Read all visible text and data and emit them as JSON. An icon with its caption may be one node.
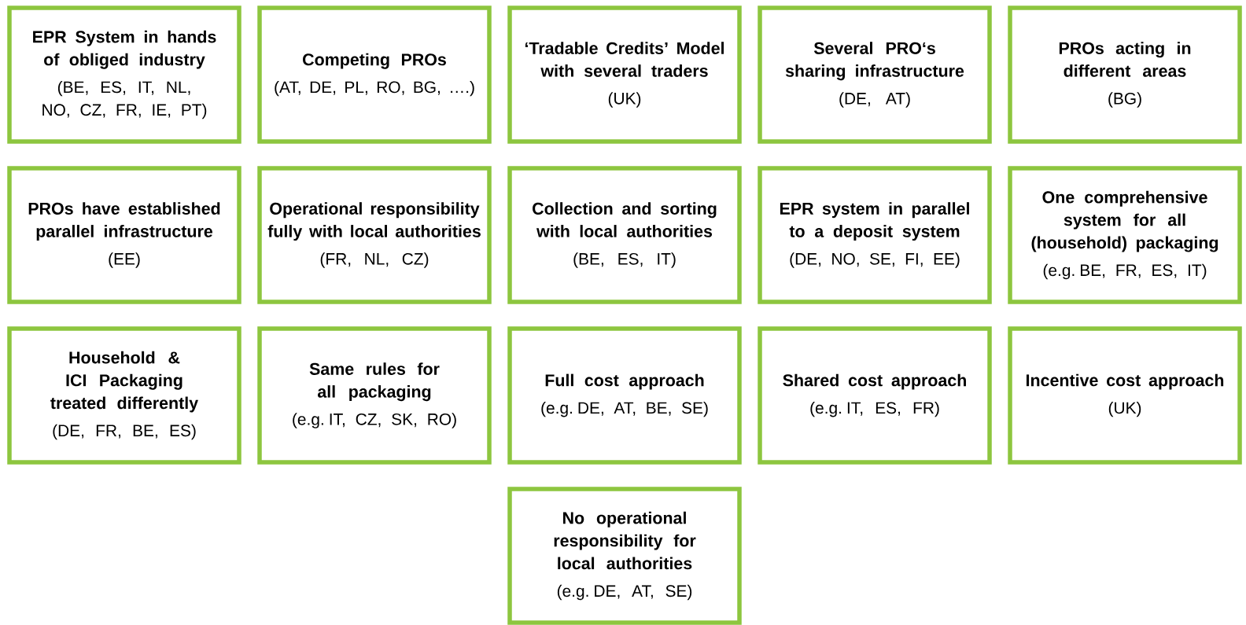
{
  "diagram": {
    "nodes": [
      {
        "text": [
          "EPR System in hands of obliged industry",
          "(BE, ES, IT, NL, NO, CZ, FR, IE, PT)"
        ]
      },
      {
        "text": [
          "Competing PROs",
          "(AT, DE, PL, RO, BG, ….)"
        ]
      },
      {
        "text": [
          "‘Tradable Credits’ Model with several traders",
          "(UK)"
        ]
      },
      {
        "text": [
          "Several PRO‘s sharing infrastructure",
          "(DE, AT)"
        ]
      },
      {
        "text": [
          "PROs acting in different areas",
          "(BG)"
        ]
      },
      {
        "text": [
          "PROs have established parallel infrastructure",
          "(EE)"
        ]
      },
      {
        "text": [
          "Operational responsibility fully with local authorities",
          "(FR, NL, CZ)"
        ]
      },
      {
        "text": [
          "Collection and sorting with local authorities",
          "(BE, ES, IT)"
        ]
      },
      {
        "text": [
          "EPR system in parallel to a deposit system",
          "(DE, NO, SE, FI, EE)"
        ]
      },
      {
        "text": [
          "One comprehensive system for all (household) packaging",
          "(e.g. BE, FR, ES, IT)"
        ]
      },
      {
        "text": [
          "Household & ICI Packaging treated differently",
          "(DE, FR, BE, ES)"
        ]
      },
      {
        "text": [
          "Same rules for all packaging",
          "(e.g. IT, CZ, SK, RO)"
        ]
      },
      {
        "text": [
          "Full cost approach",
          "(e.g. DE, AT, BE, SE)"
        ]
      },
      {
        "text": [
          "Shared cost approach",
          "(e.g. IT, ES, FR)"
        ]
      },
      {
        "text": [
          "Incentive cost approach",
          "(UK)"
        ]
      },
      {
        "text": [
          "No operational responsibility for local authorities",
          "(e.g. DE, AT, SE)"
        ]
      }
    ]
  }
}
